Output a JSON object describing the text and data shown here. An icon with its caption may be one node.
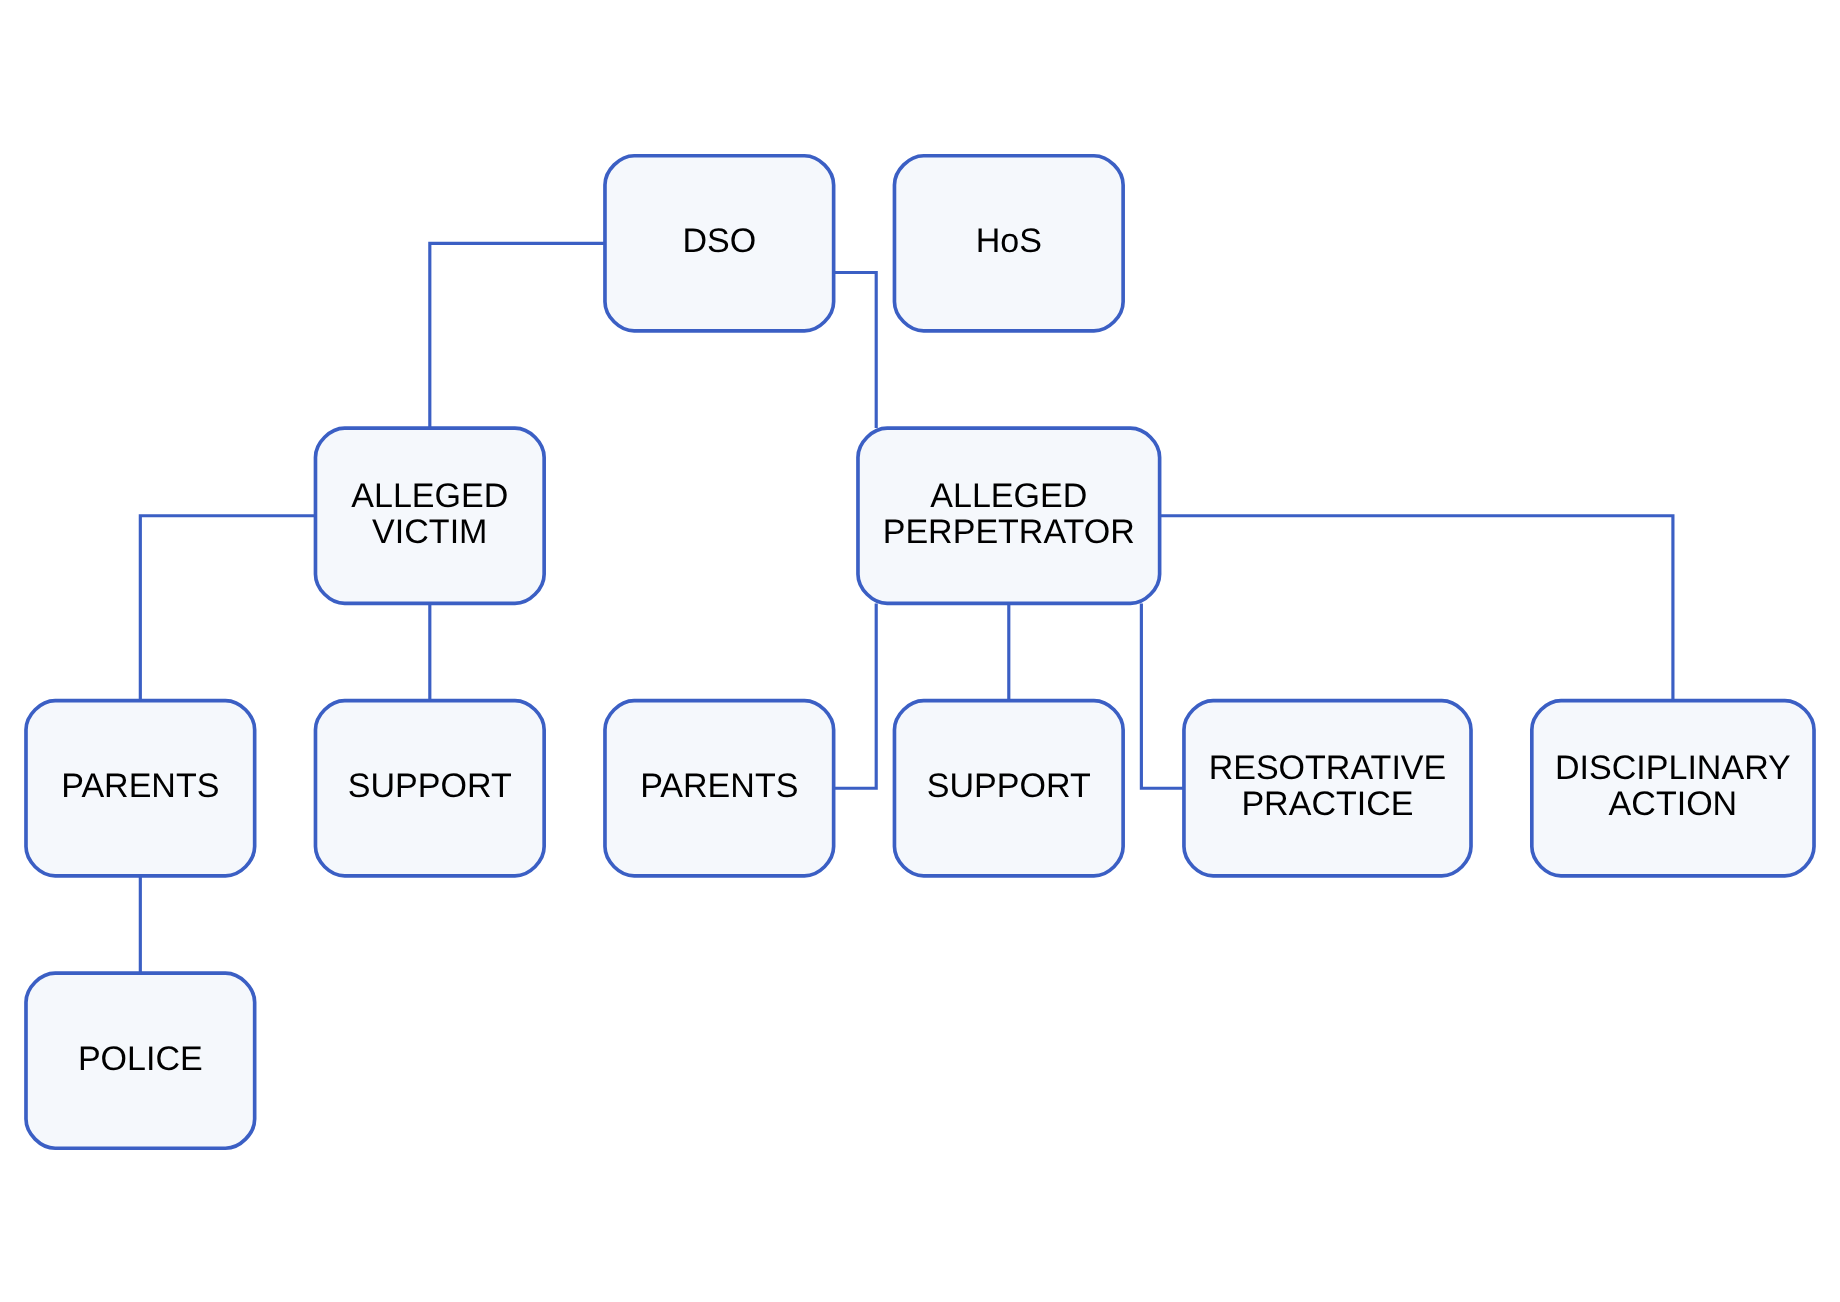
{
  "diagram": {
    "nodes": [
      {
        "text": [
          "DSO"
        ]
      },
      {
        "text": [
          "HoS"
        ]
      },
      {
        "text": [
          "ALLEGED VICTIM"
        ]
      },
      {
        "text": [
          "ALLEGED PERPETRATOR"
        ]
      },
      {
        "text": [
          "PARENTS"
        ]
      },
      {
        "text": [
          "SUPPORT"
        ]
      },
      {
        "text": [
          "PARENTS"
        ]
      },
      {
        "text": [
          "SUPPORT"
        ]
      },
      {
        "text": [
          "RESOTRATIVE PRACTICE"
        ]
      },
      {
        "text": [
          "DISCIPLINARY ACTION"
        ]
      },
      {
        "text": [
          "POLICE"
        ]
      }
    ],
    "edges": [
      {
        "from": 0,
        "to": 2,
        "arrow": "none"
      },
      {
        "from": 0,
        "to": 3,
        "arrow": "none"
      },
      {
        "from": 2,
        "to": 4,
        "arrow": "none"
      },
      {
        "from": 2,
        "to": 5,
        "arrow": "none"
      },
      {
        "from": 3,
        "to": 6,
        "arrow": "none"
      },
      {
        "from": 3,
        "to": 7,
        "arrow": "none"
      },
      {
        "from": 3,
        "to": 8,
        "arrow": "none"
      },
      {
        "from": 3,
        "to": 9,
        "arrow": "none"
      },
      {
        "from": 4,
        "to": 10,
        "arrow": "none"
      }
    ]
  }
}
